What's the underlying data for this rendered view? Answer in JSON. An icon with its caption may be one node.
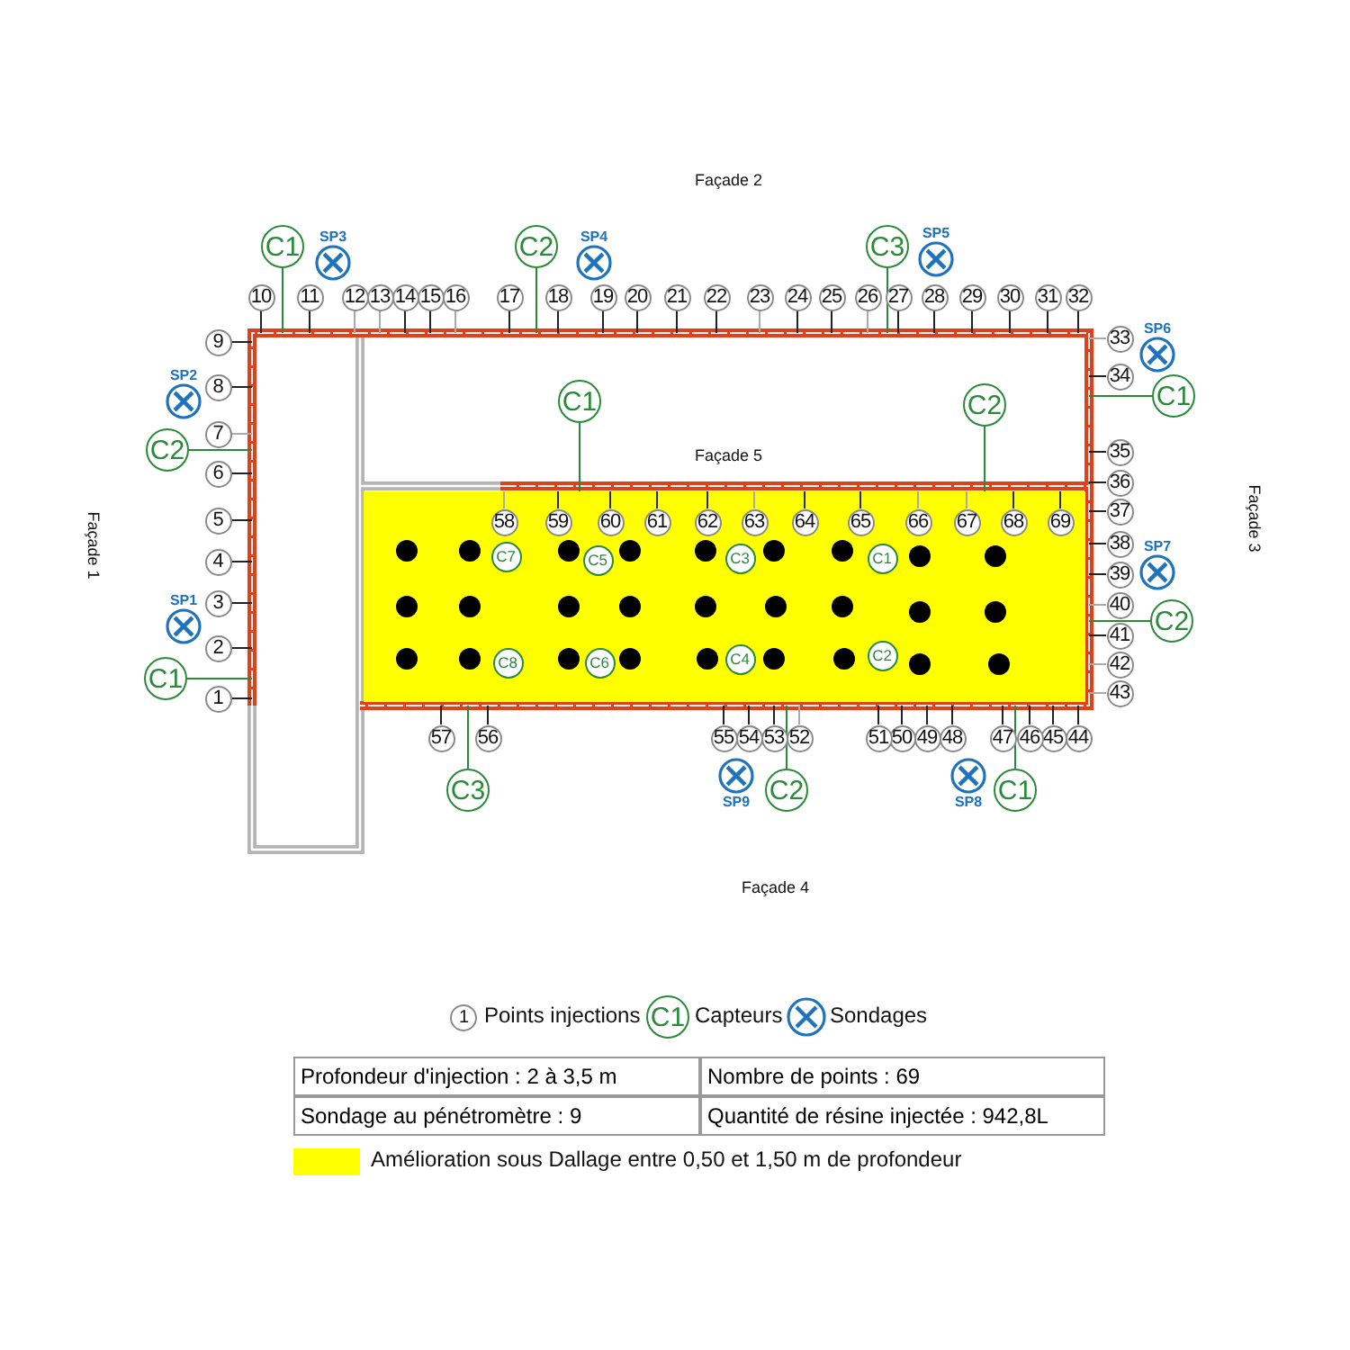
{
  "diagram": {
    "nodes": [
      {
        "text": [],
        "shape": "box"
      },
      {
        "text": [],
        "shape": "box",
        "in": 0
      },
      {
        "text": [
          "1"
        ]
      },
      {
        "text": [
          "2"
        ]
      },
      {
        "text": [
          "3"
        ]
      },
      {
        "text": [
          "4"
        ]
      },
      {
        "text": [
          "5"
        ]
      },
      {
        "text": [
          "6"
        ]
      },
      {
        "text": [
          "7"
        ]
      },
      {
        "text": [
          "8"
        ]
      },
      {
        "text": [
          "9"
        ]
      },
      {
        "text": [
          "10"
        ]
      },
      {
        "text": [
          "11"
        ]
      },
      {
        "text": [
          "12"
        ]
      },
      {
        "text": [
          "13"
        ]
      },
      {
        "text": [
          "14"
        ]
      },
      {
        "text": [
          "15"
        ]
      },
      {
        "text": [
          "16"
        ]
      },
      {
        "text": [
          "17"
        ]
      },
      {
        "text": [
          "18"
        ]
      },
      {
        "text": [
          "19"
        ]
      },
      {
        "text": [
          "20"
        ]
      },
      {
        "text": [
          "21"
        ]
      },
      {
        "text": [
          "22"
        ]
      },
      {
        "text": [
          "23"
        ]
      },
      {
        "text": [
          "24"
        ]
      },
      {
        "text": [
          "25"
        ]
      },
      {
        "text": [
          "26"
        ]
      },
      {
        "text": [
          "27"
        ]
      },
      {
        "text": [
          "28"
        ]
      },
      {
        "text": [
          "29"
        ]
      },
      {
        "text": [
          "30"
        ]
      },
      {
        "text": [
          "31"
        ]
      },
      {
        "text": [
          "32"
        ]
      },
      {
        "text": [
          "33"
        ]
      },
      {
        "text": [
          "34"
        ]
      },
      {
        "text": [
          "35"
        ]
      },
      {
        "text": [
          "36"
        ]
      },
      {
        "text": [
          "37"
        ]
      },
      {
        "text": [
          "38"
        ]
      },
      {
        "text": [
          "39"
        ]
      },
      {
        "text": [
          "40"
        ]
      },
      {
        "text": [
          "41"
        ]
      },
      {
        "text": [
          "42"
        ]
      },
      {
        "text": [
          "43"
        ]
      },
      {
        "text": [
          "44"
        ]
      },
      {
        "text": [
          "45"
        ]
      },
      {
        "text": [
          "46"
        ]
      },
      {
        "text": [
          "47"
        ]
      },
      {
        "text": [
          "48"
        ]
      },
      {
        "text": [
          "49"
        ]
      },
      {
        "text": [
          "50"
        ]
      },
      {
        "text": [
          "51"
        ]
      },
      {
        "text": [
          "52"
        ]
      },
      {
        "text": [
          "53"
        ]
      },
      {
        "text": [
          "54"
        ]
      },
      {
        "text": [
          "55"
        ]
      },
      {
        "text": [
          "56"
        ]
      },
      {
        "text": [
          "57"
        ]
      },
      {
        "text": [
          "58"
        ],
        "in": 1
      },
      {
        "text": [
          "59"
        ],
        "in": 1
      },
      {
        "text": [
          "60"
        ],
        "in": 1
      },
      {
        "text": [
          "61"
        ],
        "in": 1
      },
      {
        "text": [
          "62"
        ],
        "in": 1
      },
      {
        "text": [
          "63"
        ],
        "in": 1
      },
      {
        "text": [
          "64"
        ],
        "in": 1
      },
      {
        "text": [
          "65"
        ],
        "in": 1
      },
      {
        "text": [
          "66"
        ],
        "in": 1
      },
      {
        "text": [
          "67"
        ],
        "in": 1
      },
      {
        "text": [
          "68"
        ],
        "in": 1
      },
      {
        "text": [
          "69"
        ],
        "in": 1
      },
      {
        "text": [
          "C1"
        ]
      },
      {
        "text": [
          "C2"
        ]
      },
      {
        "text": [
          "C3"
        ]
      },
      {
        "text": [
          "C1"
        ]
      },
      {
        "text": [
          "C1"
        ],
        "in": 0
      },
      {
        "text": [
          "C2"
        ],
        "in": 0
      },
      {
        "text": [
          "C2"
        ]
      },
      {
        "text": [
          "C2"
        ]
      },
      {
        "text": [
          "C1"
        ]
      },
      {
        "text": [
          "C3"
        ]
      },
      {
        "text": [
          "C2"
        ]
      },
      {
        "text": [
          "C1"
        ]
      },
      {
        "text": [
          "C7"
        ],
        "in": 1
      },
      {
        "text": [
          "C5"
        ],
        "in": 1
      },
      {
        "text": [
          "C3"
        ],
        "in": 1
      },
      {
        "text": [
          "C1"
        ],
        "in": 1
      },
      {
        "text": [
          "C8"
        ],
        "in": 1
      },
      {
        "text": [
          "C6"
        ],
        "in": 1
      },
      {
        "text": [
          "C4"
        ],
        "in": 1
      },
      {
        "text": [
          "C2"
        ],
        "in": 1
      },
      {
        "text": [
          "SP3"
        ]
      },
      {
        "text": [
          "SP4"
        ]
      },
      {
        "text": [
          "SP5"
        ]
      },
      {
        "text": [
          "SP6"
        ]
      },
      {
        "text": [
          "SP2"
        ]
      },
      {
        "text": [
          "SP7"
        ]
      },
      {
        "text": [
          "SP1"
        ]
      },
      {
        "text": [
          "SP9"
        ]
      },
      {
        "text": [
          "SP8"
        ]
      }
    ],
    "edges": [
      {
        "from": 2,
        "to": 0,
        "arrow": "none"
      },
      {
        "from": 3,
        "to": 0,
        "arrow": "none"
      },
      {
        "from": 4,
        "to": 0,
        "arrow": "none"
      },
      {
        "from": 5,
        "to": 0,
        "arrow": "none"
      },
      {
        "from": 6,
        "to": 0,
        "arrow": "none"
      },
      {
        "from": 7,
        "to": 0,
        "arrow": "none"
      },
      {
        "from": 8,
        "to": 0,
        "arrow": "none",
        "color": "#aaaaaa"
      },
      {
        "from": 9,
        "to": 0,
        "arrow": "none"
      },
      {
        "from": 10,
        "to": 0,
        "arrow": "none"
      },
      {
        "from": 11,
        "to": 0,
        "arrow": "none"
      },
      {
        "from": 12,
        "to": 0,
        "arrow": "none"
      },
      {
        "from": 13,
        "to": 0,
        "arrow": "none",
        "color": "#aaaaaa"
      },
      {
        "from": 14,
        "to": 0,
        "arrow": "none",
        "color": "#aaaaaa"
      },
      {
        "from": 15,
        "to": 0,
        "arrow": "none"
      },
      {
        "from": 16,
        "to": 0,
        "arrow": "none"
      },
      {
        "from": 17,
        "to": 0,
        "arrow": "none",
        "color": "#aaaaaa"
      },
      {
        "from": 18,
        "to": 0,
        "arrow": "none"
      },
      {
        "from": 19,
        "to": 0,
        "arrow": "none"
      },
      {
        "from": 20,
        "to": 0,
        "arrow": "none"
      },
      {
        "from": 21,
        "to": 0,
        "arrow": "none"
      },
      {
        "from": 22,
        "to": 0,
        "arrow": "none"
      },
      {
        "from": 23,
        "to": 0,
        "arrow": "none"
      },
      {
        "from": 24,
        "to": 0,
        "arrow": "none",
        "color": "#aaaaaa"
      },
      {
        "from": 25,
        "to": 0,
        "arrow": "none"
      },
      {
        "from": 26,
        "to": 0,
        "arrow": "none"
      },
      {
        "from": 27,
        "to": 0,
        "arrow": "none",
        "color": "#aaaaaa"
      },
      {
        "from": 28,
        "to": 0,
        "arrow": "none"
      },
      {
        "from": 29,
        "to": 0,
        "arrow": "none"
      },
      {
        "from": 30,
        "to": 0,
        "arrow": "none"
      },
      {
        "from": 31,
        "to": 0,
        "arrow": "none"
      },
      {
        "from": 32,
        "to": 0,
        "arrow": "none"
      },
      {
        "from": 33,
        "to": 0,
        "arrow": "none"
      },
      {
        "from": 34,
        "to": 0,
        "arrow": "none",
        "color": "#aaaaaa"
      },
      {
        "from": 35,
        "to": 0,
        "arrow": "none"
      },
      {
        "from": 36,
        "to": 0,
        "arrow": "none"
      },
      {
        "from": 37,
        "to": 0,
        "arrow": "none"
      },
      {
        "from": 38,
        "to": 0,
        "arrow": "none"
      },
      {
        "from": 39,
        "to": 0,
        "arrow": "none"
      },
      {
        "from": 40,
        "to": 0,
        "arrow": "none"
      },
      {
        "from": 41,
        "to": 0,
        "arrow": "none",
        "color": "#aaaaaa"
      },
      {
        "from": 42,
        "to": 0,
        "arrow": "none"
      },
      {
        "from": 43,
        "to": 0,
        "arrow": "none",
        "color": "#aaaaaa"
      },
      {
        "from": 44,
        "to": 0,
        "arrow": "none",
        "color": "#aaaaaa"
      },
      {
        "from": 45,
        "to": 0,
        "arrow": "none"
      },
      {
        "from": 46,
        "to": 0,
        "arrow": "none"
      },
      {
        "from": 47,
        "to": 0,
        "arrow": "none"
      },
      {
        "from": 48,
        "to": 0,
        "arrow": "none"
      },
      {
        "from": 49,
        "to": 0,
        "arrow": "none"
      },
      {
        "from": 50,
        "to": 0,
        "arrow": "none"
      },
      {
        "from": 51,
        "to": 0,
        "arrow": "none"
      },
      {
        "from": 52,
        "to": 0,
        "arrow": "none"
      },
      {
        "from": 53,
        "to": 0,
        "arrow": "none",
        "color": "#aaaaaa"
      },
      {
        "from": 54,
        "to": 0,
        "arrow": "none"
      },
      {
        "from": 55,
        "to": 0,
        "arrow": "none"
      },
      {
        "from": 56,
        "to": 0,
        "arrow": "none"
      },
      {
        "from": 57,
        "to": 0,
        "arrow": "none"
      },
      {
        "from": 58,
        "to": 0,
        "arrow": "none"
      },
      {
        "from": 59,
        "to": 1,
        "arrow": "none",
        "color": "#aaaaaa"
      },
      {
        "from": 60,
        "to": 1,
        "arrow": "none"
      },
      {
        "from": 61,
        "to": 1,
        "arrow": "none"
      },
      {
        "from": 62,
        "to": 1,
        "arrow": "none"
      },
      {
        "from": 63,
        "to": 1,
        "arrow": "none"
      },
      {
        "from": 64,
        "to": 1,
        "arrow": "none",
        "color": "#aaaaaa"
      },
      {
        "from": 65,
        "to": 1,
        "arrow": "none"
      },
      {
        "from": 66,
        "to": 1,
        "arrow": "none"
      },
      {
        "from": 67,
        "to": 1,
        "arrow": "none",
        "color": "#aaaaaa"
      },
      {
        "from": 68,
        "to": 1,
        "arrow": "none",
        "color": "#aaaaaa"
      },
      {
        "from": 69,
        "to": 1,
        "arrow": "none"
      },
      {
        "from": 70,
        "to": 1,
        "arrow": "none"
      },
      {
        "from": 71,
        "to": 0,
        "arrow": "none",
        "color": "#2a8a3a"
      },
      {
        "from": 72,
        "to": 0,
        "arrow": "none",
        "color": "#2a8a3a"
      },
      {
        "from": 73,
        "to": 0,
        "arrow": "none",
        "color": "#2a8a3a"
      },
      {
        "from": 74,
        "to": 0,
        "arrow": "none",
        "color": "#2a8a3a"
      },
      {
        "from": 75,
        "to": 1,
        "arrow": "none",
        "color": "#2a8a3a"
      },
      {
        "from": 76,
        "to": 1,
        "arrow": "none",
        "color": "#2a8a3a"
      },
      {
        "from": 77,
        "to": 0,
        "arrow": "none",
        "color": "#2a8a3a"
      },
      {
        "from": 78,
        "to": 0,
        "arrow": "none",
        "color": "#2a8a3a"
      },
      {
        "from": 79,
        "to": 0,
        "arrow": "none",
        "color": "#2a8a3a"
      },
      {
        "from": 80,
        "to": 0,
        "arrow": "none",
        "color": "#2a8a3a"
      },
      {
        "from": 81,
        "to": 0,
        "arrow": "none",
        "color": "#2a8a3a"
      },
      {
        "from": 82,
        "to": 0,
        "arrow": "none",
        "color": "#2a8a3a"
      }
    ],
    "labels": [
      "Façade 2",
      "Façade 5",
      "Façade 1",
      "Façade 3",
      "Façade 4",
      "1",
      "C1",
      "Profondeur d'injection : 2 à 3,5 m",
      "Nombre de points : 69",
      "Sondage au pénétromètre : 9",
      "Quantité de résine injectée : 942,8L"
    ],
    "legend": [
      {
        "text": "Points injections"
      },
      {
        "text": "Capteurs"
      },
      {
        "text": "Sondages"
      },
      {
        "text": "Amélioration sous Dallage entre 0,50 et 1,50 m de profondeur",
        "color": "#ffff00"
      }
    ]
  }
}
